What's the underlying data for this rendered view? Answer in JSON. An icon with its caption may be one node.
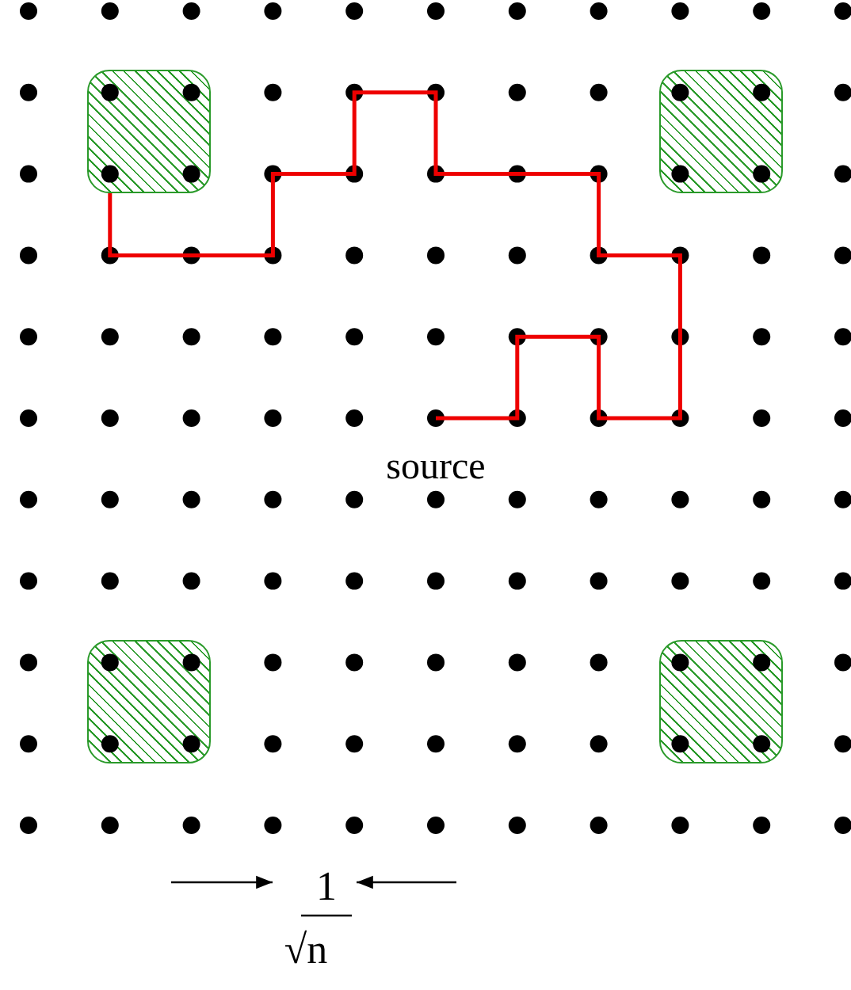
{
  "diagram": {
    "nodes": [
      {
        "text": [
          "source"
        ]
      },
      {
        "text": [],
        "shape": "box"
      },
      {
        "text": [],
        "shape": "box"
      },
      {
        "text": [],
        "shape": "box"
      },
      {
        "text": [],
        "shape": "box"
      }
    ],
    "edges": [
      {
        "from": 0,
        "to": 1,
        "arrow": "none",
        "color": "#ee0000"
      }
    ],
    "labels": [
      "1",
      "√n"
    ]
  }
}
